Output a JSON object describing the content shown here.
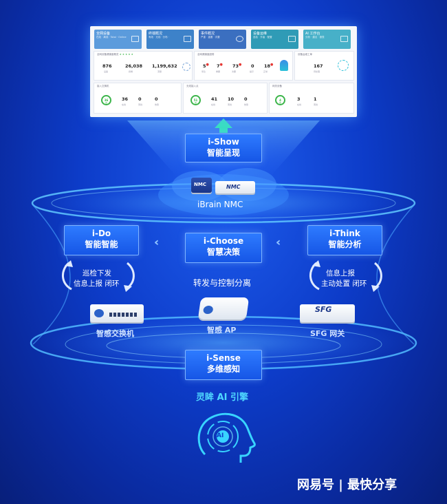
{
  "dashboard": {
    "cards": [
      {
        "title": "全网设备",
        "sub": "在线 · 离线 · Total · Online",
        "color": "#5b9bdc"
      },
      {
        "title": "终端概况",
        "sub": "有线 · 无线 · 分布 ·",
        "color": "#3d82c9"
      },
      {
        "title": "事件概况",
        "sub": "严重 · 重要 · 次要",
        "color": "#3b6fc0"
      },
      {
        "title": "设备运维",
        "sub": "巡检 · 升级 · 配置",
        "color": "#2f9bb6"
      },
      {
        "title": "AI 工作台",
        "sub": "分析 · 建议 · 报表",
        "color": "#47b0c8"
      }
    ],
    "stats_row1": {
      "panel1_title": "全网设备健康度概览",
      "stars": "★ ★ ★ ★ ★",
      "values": [
        "876",
        "26,038",
        "1,199,632"
      ],
      "captions": [
        "设备",
        "终端",
        "流量"
      ],
      "panel2_title": "全网健康度趋势",
      "health_values": [
        "5",
        "7",
        "73",
        "0",
        "18"
      ],
      "health_captions": [
        "紧急",
        "重要",
        "次要",
        "提示",
        "正常"
      ],
      "panel3_title": "设备运维工单",
      "ops_value": "167",
      "ops_caption": "待处理"
    },
    "stats_row2": {
      "panel1_title": "接入交换机",
      "ring1": "36",
      "vals1": [
        "36",
        "0",
        "0"
      ],
      "panel2_title": "无线接入点",
      "ring2": "51",
      "vals2": [
        "41",
        "10",
        "0"
      ],
      "panel3_title": "网关设备",
      "ring3": "4",
      "vals3": [
        "3",
        "1"
      ],
      "row_captions": [
        "在线",
        "离线",
        "告警"
      ],
      "ring_unit": "台"
    }
  },
  "ishow": {
    "en": "i-Show",
    "zh": "智能呈现"
  },
  "nmc": {
    "badge1": "NMC",
    "badge2": "NMC",
    "label": "iBrain NMC"
  },
  "ido": {
    "en": "i-Do",
    "zh": "智能智能"
  },
  "ichoose": {
    "en": "i-Choose",
    "zh": "智慧决策"
  },
  "ithink": {
    "en": "i-Think",
    "zh": "智能分析"
  },
  "left_loop": {
    "line1": "巡检下发",
    "line2": "信息上报 闭环"
  },
  "right_loop": {
    "line1": "信息上报",
    "line2": "主动处置 闭环"
  },
  "center_text": "转发与控制分离",
  "devices": {
    "switch": "智感交换机",
    "ap": "智感 AP",
    "gateway": "SFG 网关",
    "gateway_brand": "SFG"
  },
  "isense": {
    "en": "i-Sense",
    "zh": "多维感知"
  },
  "engine": "灵眸 AI 引擎",
  "ai_badge": "AI",
  "watermark": "网易号 | 最快分享",
  "colors": {
    "accent": "#1656e6",
    "cyan": "#2ad3ff",
    "green": "#3cb54a"
  }
}
